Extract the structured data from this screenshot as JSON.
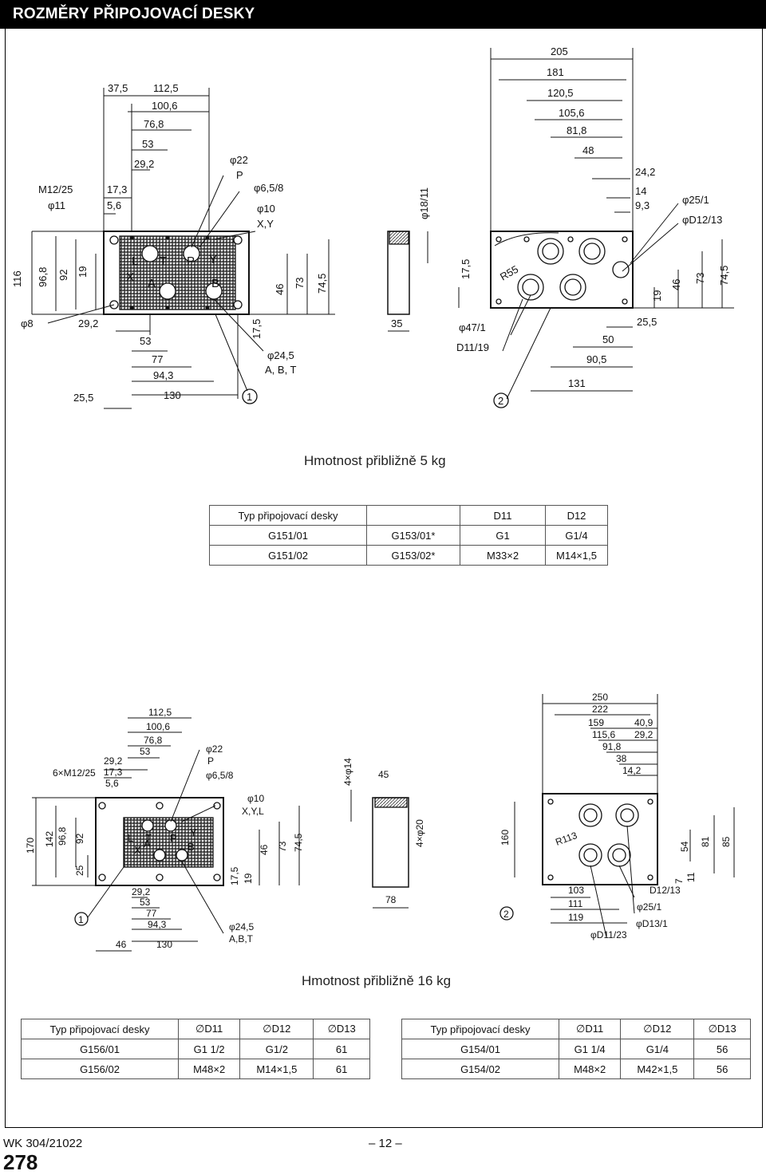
{
  "header": {
    "title": "ROZMĚRY PŘIPOJOVACÍ DESKY"
  },
  "drawing_top": {
    "left_labels": [
      "37,5",
      "112,5",
      "100,6",
      "76,8",
      "53",
      "29,2",
      "17,3",
      "5,6",
      "M12/25",
      "φ11",
      "φ22",
      "P",
      "φ6,5/8",
      "φ10",
      "X,Y",
      "116",
      "96,8",
      "92",
      "19",
      "46",
      "73",
      "74,5",
      "φ8",
      "29,2",
      "53",
      "77",
      "94,3",
      "130",
      "25,5",
      "17,5",
      "φ24,5",
      "A, B, T",
      "1"
    ],
    "port_letters": [
      "L",
      "T",
      "P",
      "Y",
      "X",
      "A",
      "B"
    ],
    "mid_labels": [
      "φ18/11",
      "35"
    ],
    "right_labels": [
      "205",
      "181",
      "120,5",
      "105,6",
      "81,8",
      "48",
      "24,2",
      "14",
      "9,3",
      "φ25/1",
      "φD12/13",
      "17,5",
      "R55",
      "19",
      "46",
      "73",
      "74,5",
      "φ47/1",
      "D11/19",
      "25,5",
      "50",
      "90,5",
      "131",
      "2"
    ]
  },
  "weight_top": "Hmotnost přibližně 5 kg",
  "table_top": {
    "rows": [
      [
        "Typ připojovací desky",
        "",
        "D11",
        "D12"
      ],
      [
        "G151/01",
        "G153/01*",
        "G1",
        "G1/4"
      ],
      [
        "G151/02",
        "G153/02*",
        "M33×2",
        "M14×1,5"
      ]
    ]
  },
  "drawing_bottom": {
    "left_labels": [
      "112,5",
      "100,6",
      "76,8",
      "53",
      "29,2",
      "17,3",
      "5,6",
      "6×M12/25",
      "φ22",
      "P",
      "φ6,5/8",
      "φ10",
      "X,Y,L",
      "170",
      "142",
      "96,8",
      "92",
      "25",
      "17,5",
      "19",
      "46",
      "73",
      "74,5",
      "29,2",
      "53",
      "77",
      "94,3",
      "130",
      "46",
      "φ24,5",
      "A,B,T",
      "1"
    ],
    "mid_labels": [
      "4×φ14",
      "45",
      "4×φ20",
      "78"
    ],
    "right_labels": [
      "250",
      "222",
      "159",
      "40,9",
      "115,6",
      "29,2",
      "91,8",
      "38",
      "14,2",
      "160",
      "R113",
      "54",
      "81",
      "85",
      "7",
      "11",
      "103",
      "111",
      "119",
      "D12/13",
      "φ25/1",
      "φD13/1",
      "φD11/23",
      "2"
    ]
  },
  "weight_bottom": "Hmotnost přibližně 16 kg",
  "table_bottom_left": {
    "header": [
      "Typ připojovací desky",
      "D11",
      "D12",
      "D13"
    ],
    "rows": [
      [
        "G156/01",
        "G1 1/2",
        "G1/2",
        "61"
      ],
      [
        "G156/02",
        "M48×2",
        "M14×1,5",
        "61"
      ]
    ]
  },
  "table_bottom_right": {
    "header": [
      "Typ připojovací desky",
      "D11",
      "D12",
      "D13"
    ],
    "rows": [
      [
        "G154/01",
        "G1 1/4",
        "G1/4",
        "56"
      ],
      [
        "G154/02",
        "M48×2",
        "M42×1,5",
        "56"
      ]
    ]
  },
  "footer": {
    "doc_code": "WK 304/21022",
    "page_center": "– 12 –",
    "page_number": "278"
  }
}
